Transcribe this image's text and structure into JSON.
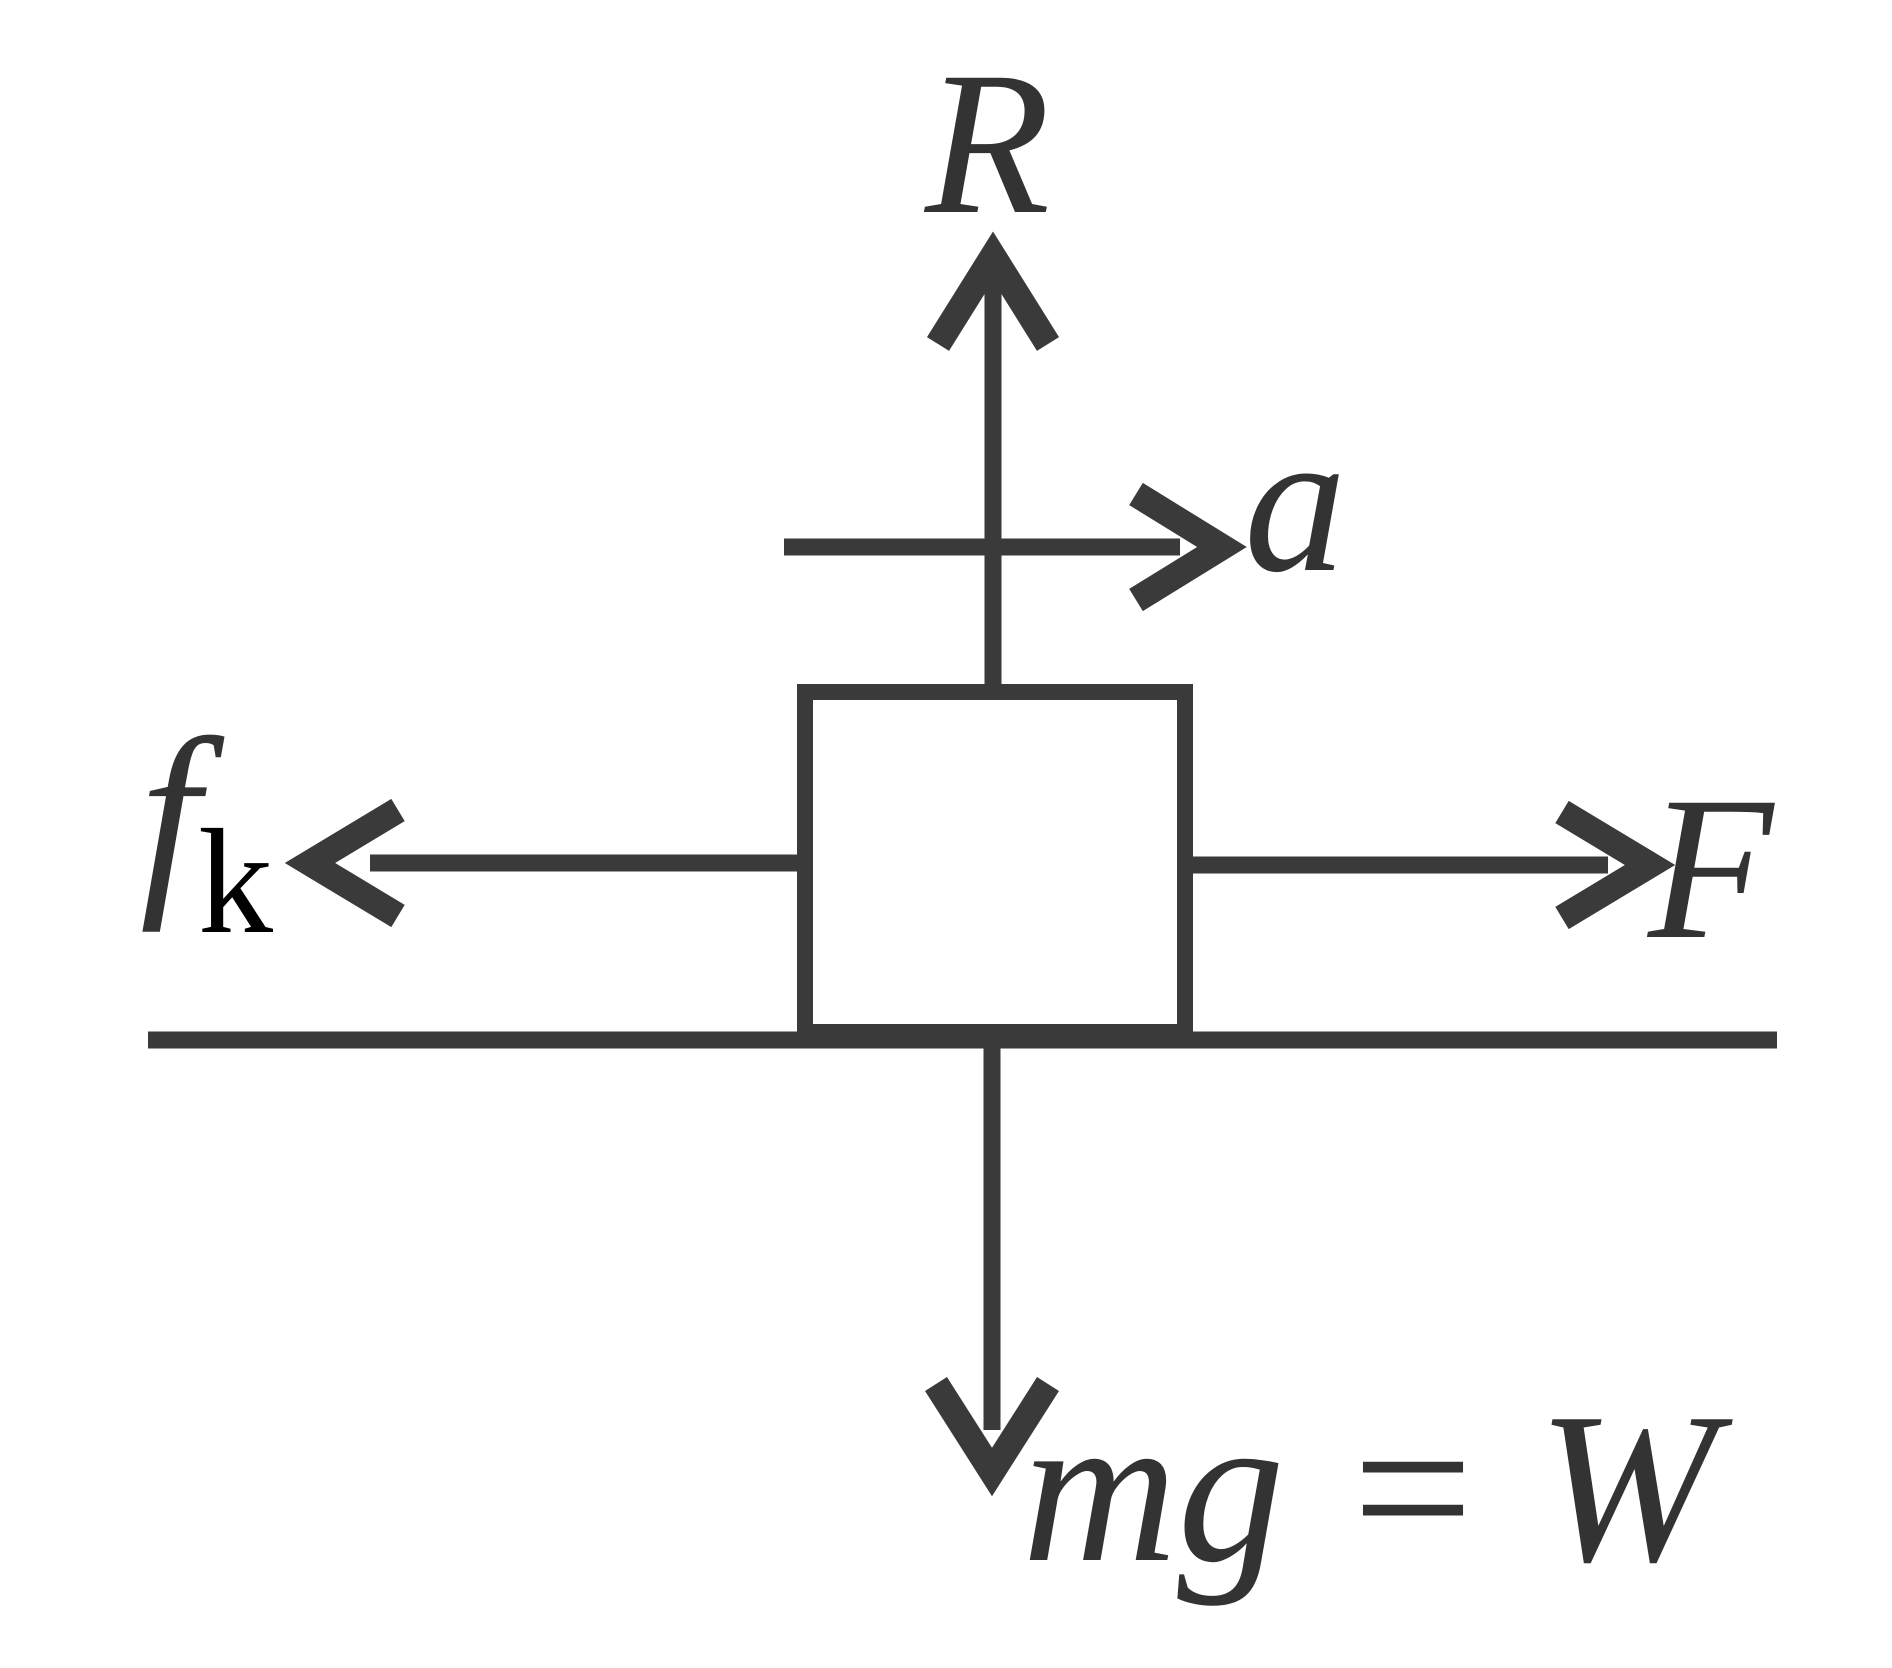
{
  "figure": {
    "type": "free-body-diagram",
    "description": "Block on a horizontal surface with normal reaction R up, weight mg = W down, applied force F right, kinetic friction f_k left, acceleration a to the right",
    "background_color": "#ffffff",
    "ink_color": "#3a3a3a",
    "label_color": "#333333",
    "subscript_color": "#000000",
    "block_fill": "#ffffff",
    "labels": {
      "normal_force": "R",
      "acceleration": "a",
      "friction_base": "f",
      "friction_subscript": "k",
      "applied_force": "F",
      "weight": "mg = W"
    }
  }
}
